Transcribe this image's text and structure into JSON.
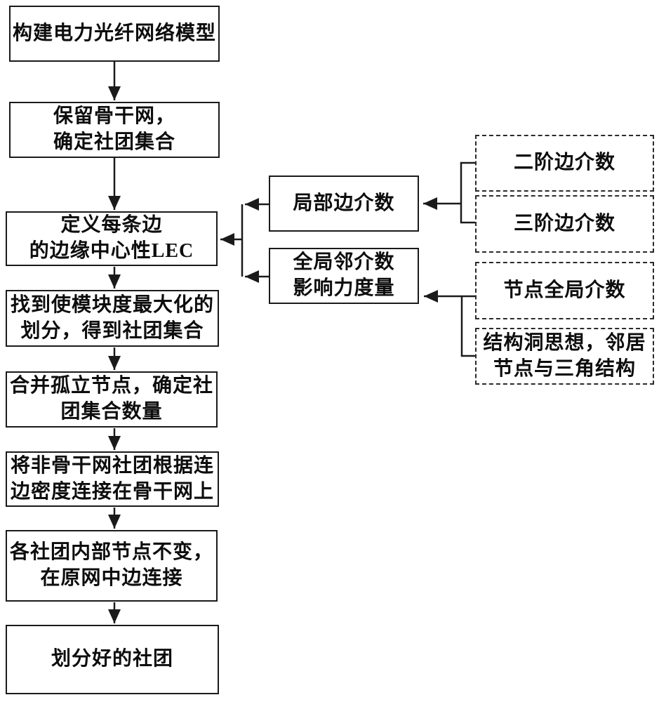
{
  "diagram": {
    "background": "#ffffff",
    "line_color": "#1a1a1a",
    "flow_steps": [
      {
        "label": "构建电力光纤网络模型"
      },
      {
        "label": "保留骨干网，\n确定社团集合"
      },
      {
        "label": "定义每条边\n的边缘中心性LEC"
      },
      {
        "label": "找到使模块度最大化的\n划分，得到社团集合"
      },
      {
        "label": "合并孤立节点，确定社\n团集合数量"
      },
      {
        "label": "将非骨干网社团根据连\n边密度连接在骨干网上"
      },
      {
        "label": "各社团内部节点不变，\n在原网中边连接"
      },
      {
        "label": "划分好的社团"
      }
    ],
    "metric_nodes": [
      {
        "label": "局部边介数"
      },
      {
        "label": "全局邻介数\n影响力度量"
      }
    ],
    "detail_nodes": [
      {
        "label": "二阶边介数"
      },
      {
        "label": "三阶边介数"
      },
      {
        "label": "节点全局介数"
      },
      {
        "label": "结构洞思想，邻居\n节点与三角结构"
      }
    ]
  }
}
